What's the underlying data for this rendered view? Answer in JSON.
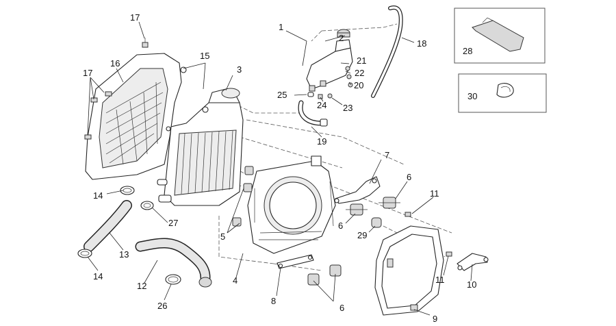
{
  "labels": {
    "l1": "1",
    "l2": "2",
    "l3": "3",
    "l4": "4",
    "l5": "5",
    "l6a": "6",
    "l6b": "6",
    "l6c": "6",
    "l7": "7",
    "l8": "8",
    "l9": "9",
    "l10": "10",
    "l11a": "11",
    "l11b": "11",
    "l12": "12",
    "l13": "13",
    "l14a": "14",
    "l14b": "14",
    "l15": "15",
    "l16": "16",
    "l17a": "17",
    "l17b": "17",
    "l18": "18",
    "l19": "19",
    "l20": "20",
    "l21": "21",
    "l22": "22",
    "l23": "23",
    "l24": "24",
    "l25": "25",
    "l26": "26",
    "l27": "27",
    "l28": "28",
    "l29": "29",
    "l30": "30"
  }
}
